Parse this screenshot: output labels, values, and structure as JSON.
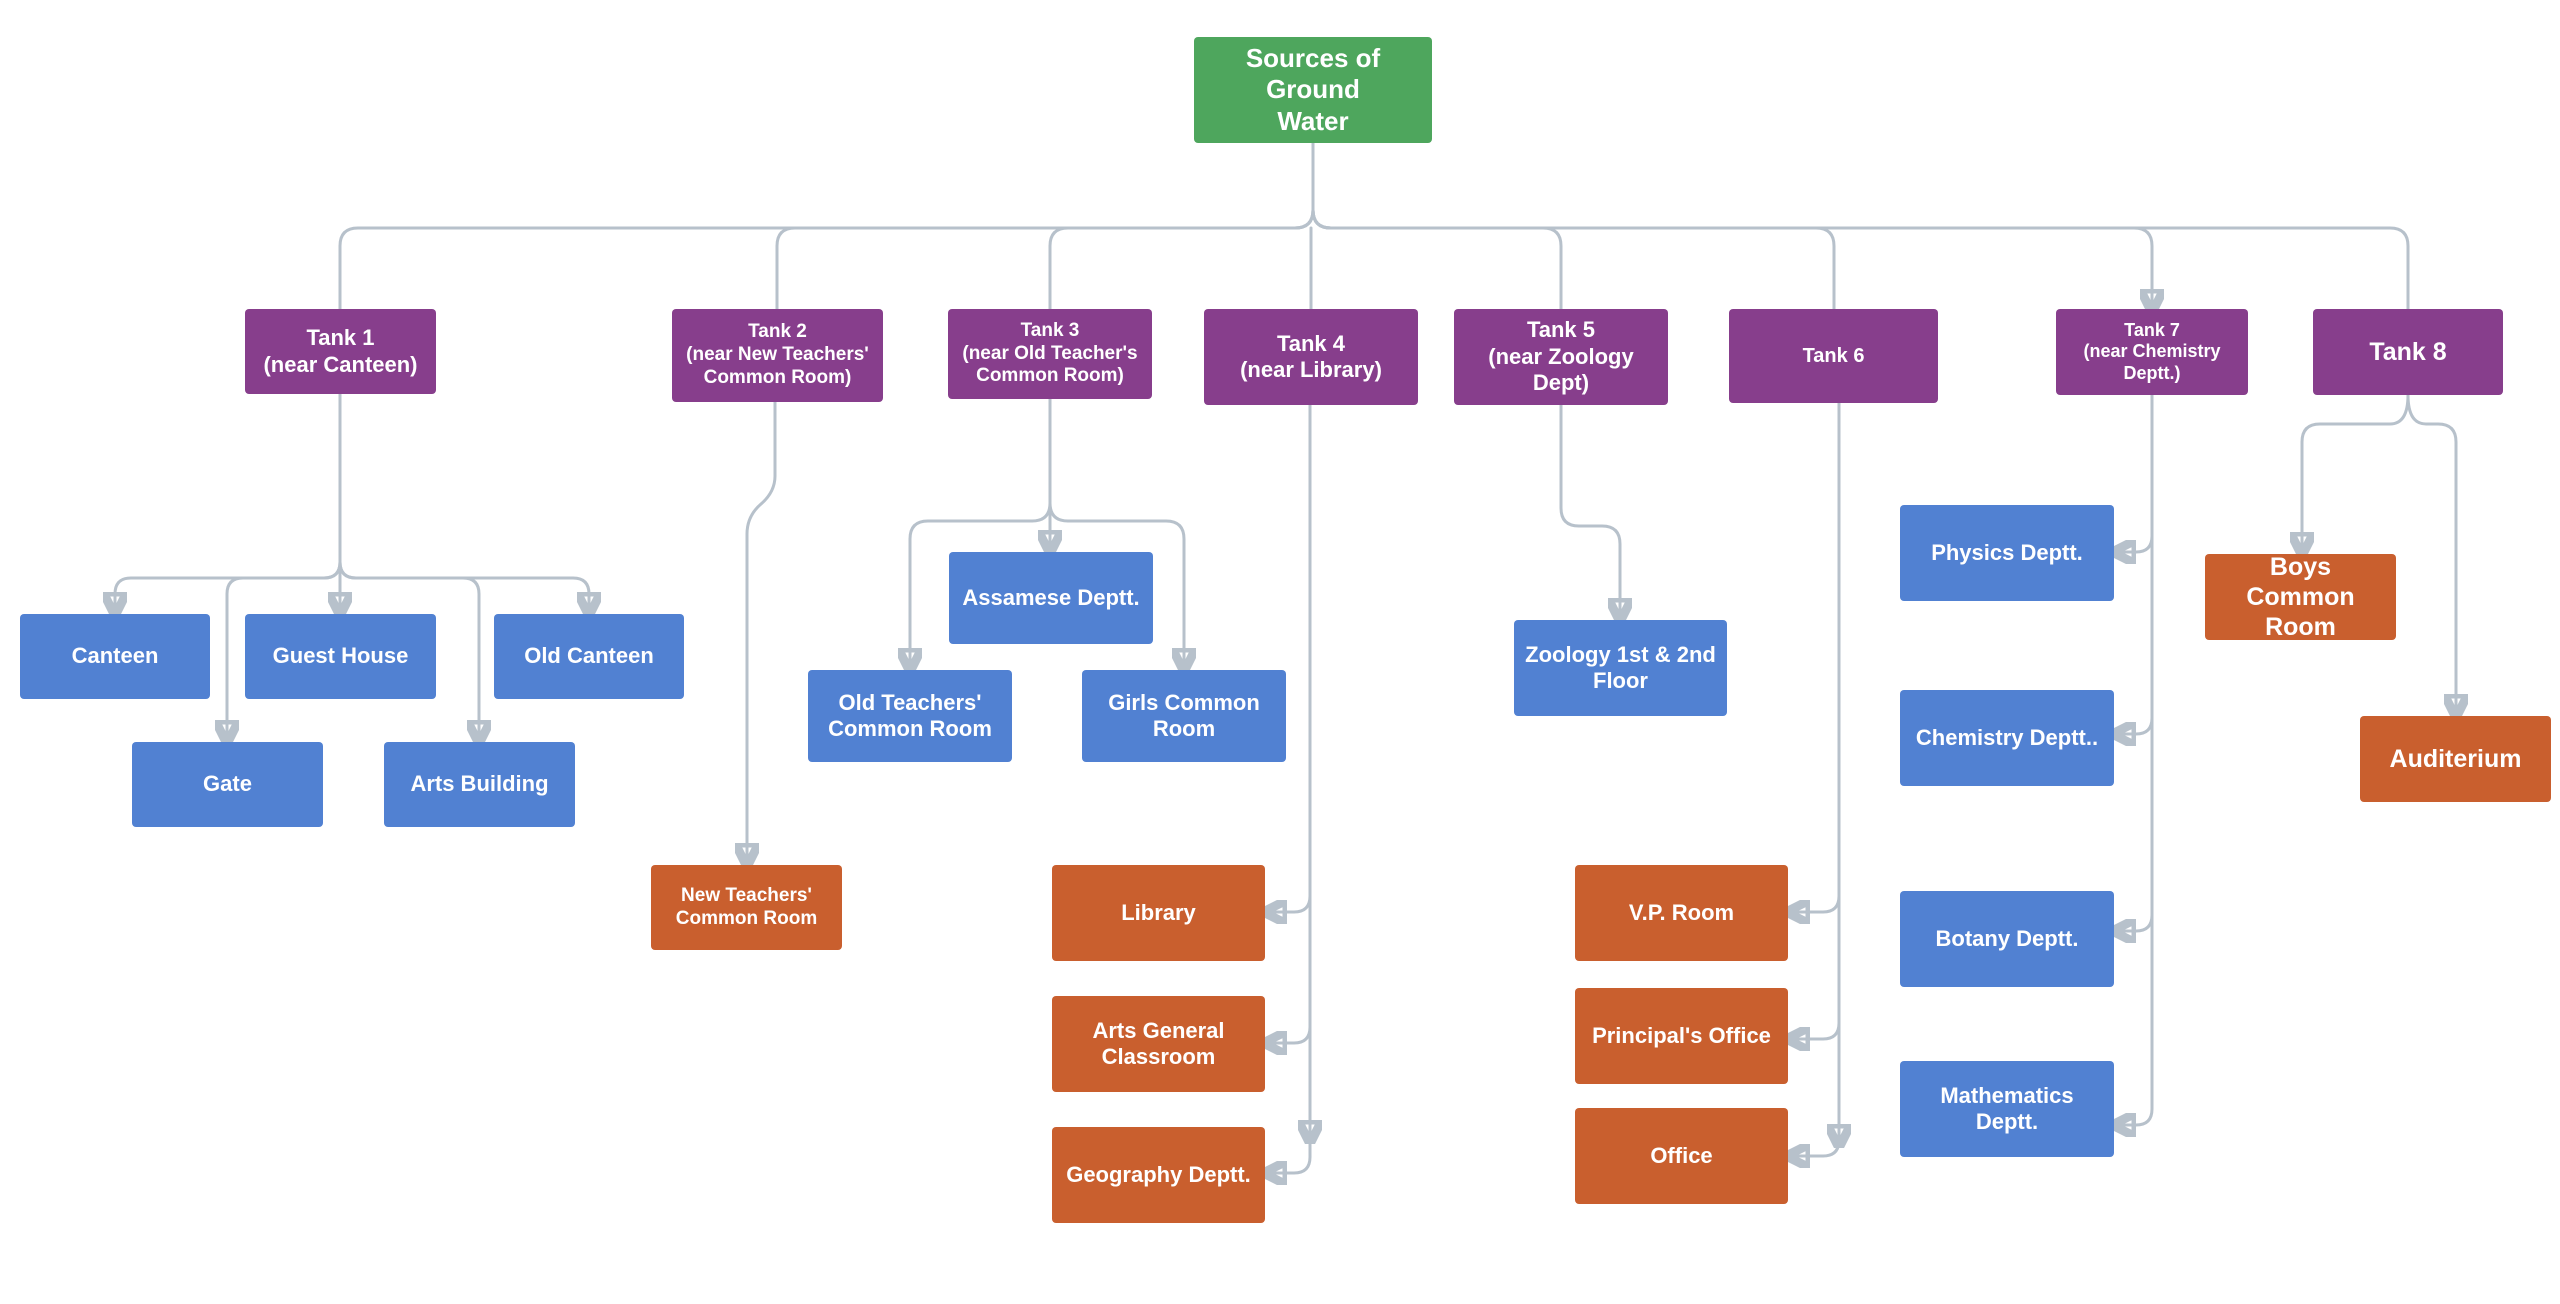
{
  "colors": {
    "root": "#4ea65d",
    "tank": "#873e8c",
    "connected": "#5181d2",
    "secondary": "#c95f2e",
    "edge": "#b7c1cb"
  },
  "diagram": {
    "nodes": [
      {
        "id": "root",
        "label": "Sources of Ground\nWater",
        "kind": "green"
      },
      {
        "id": "t1",
        "label": "Tank 1\n(near Canteen)",
        "kind": "purple"
      },
      {
        "id": "t2",
        "label": "Tank 2\n(near New  Teachers'\nCommon Room)",
        "kind": "purple"
      },
      {
        "id": "t3",
        "label": "Tank 3\n(near Old Teacher's\nCommon  Room)",
        "kind": "purple"
      },
      {
        "id": "t4",
        "label": "Tank 4\n(near Library)",
        "kind": "purple"
      },
      {
        "id": "t5",
        "label": "Tank 5\n(near Zoology\nDept)",
        "kind": "purple"
      },
      {
        "id": "t6",
        "label": "Tank 6",
        "kind": "purple"
      },
      {
        "id": "t7",
        "label": "Tank 7\n(near Chemistry\nDeptt.)",
        "kind": "purple"
      },
      {
        "id": "t8",
        "label": "Tank 8",
        "kind": "purple"
      },
      {
        "id": "canteen",
        "label": "Canteen",
        "kind": "blue"
      },
      {
        "id": "guesthouse",
        "label": "Guest House",
        "kind": "blue"
      },
      {
        "id": "oldcanteen",
        "label": "Old Canteen",
        "kind": "blue"
      },
      {
        "id": "gate",
        "label": "Gate",
        "kind": "blue"
      },
      {
        "id": "arts",
        "label": "Arts Building",
        "kind": "blue"
      },
      {
        "id": "newtcr",
        "label": "New  Teachers'\nCommon Room",
        "kind": "orange"
      },
      {
        "id": "assamese",
        "label": "Assamese Deptt.",
        "kind": "blue"
      },
      {
        "id": "oldtcr",
        "label": "Old Teachers'\nCommon Room",
        "kind": "blue"
      },
      {
        "id": "girls",
        "label": "Girls Common\nRoom",
        "kind": "blue"
      },
      {
        "id": "library",
        "label": "Library",
        "kind": "orange"
      },
      {
        "id": "artsgen",
        "label": "Arts General\nClassroom",
        "kind": "orange"
      },
      {
        "id": "geo",
        "label": "Geography Deptt.",
        "kind": "orange"
      },
      {
        "id": "zoology",
        "label": "Zoology 1st & 2nd\nFloor",
        "kind": "blue"
      },
      {
        "id": "vp",
        "label": "V.P. Room",
        "kind": "orange"
      },
      {
        "id": "principal",
        "label": "Principal's Office",
        "kind": "orange"
      },
      {
        "id": "office",
        "label": "Office",
        "kind": "orange"
      },
      {
        "id": "physics",
        "label": "Physics Deptt.",
        "kind": "blue"
      },
      {
        "id": "chemistry",
        "label": "Chemistry Deptt..",
        "kind": "blue"
      },
      {
        "id": "botany",
        "label": "Botany Deptt.",
        "kind": "blue"
      },
      {
        "id": "maths",
        "label": "Mathematics\nDeptt.",
        "kind": "blue"
      },
      {
        "id": "boys",
        "label": "Boys Common\nRoom",
        "kind": "orange"
      },
      {
        "id": "auditerium",
        "label": "Auditerium",
        "kind": "orange"
      }
    ],
    "edges": [
      {
        "from": "root",
        "to": "t1"
      },
      {
        "from": "root",
        "to": "t2"
      },
      {
        "from": "root",
        "to": "t3"
      },
      {
        "from": "root",
        "to": "t4"
      },
      {
        "from": "root",
        "to": "t5"
      },
      {
        "from": "root",
        "to": "t6"
      },
      {
        "from": "root",
        "to": "t7"
      },
      {
        "from": "root",
        "to": "t8"
      },
      {
        "from": "t1",
        "to": "canteen"
      },
      {
        "from": "t1",
        "to": "guesthouse"
      },
      {
        "from": "t1",
        "to": "oldcanteen"
      },
      {
        "from": "t1",
        "to": "gate"
      },
      {
        "from": "t1",
        "to": "arts"
      },
      {
        "from": "t2",
        "to": "newtcr"
      },
      {
        "from": "t3",
        "to": "assamese"
      },
      {
        "from": "t3",
        "to": "oldtcr"
      },
      {
        "from": "t3",
        "to": "girls"
      },
      {
        "from": "t4",
        "to": "library"
      },
      {
        "from": "t4",
        "to": "artsgen"
      },
      {
        "from": "t4",
        "to": "geo"
      },
      {
        "from": "t5",
        "to": "zoology"
      },
      {
        "from": "t6",
        "to": "vp"
      },
      {
        "from": "t6",
        "to": "principal"
      },
      {
        "from": "t6",
        "to": "office"
      },
      {
        "from": "t7",
        "to": "physics"
      },
      {
        "from": "t7",
        "to": "chemistry"
      },
      {
        "from": "t7",
        "to": "botany"
      },
      {
        "from": "t7",
        "to": "maths"
      },
      {
        "from": "t8",
        "to": "boys"
      },
      {
        "from": "t8",
        "to": "auditerium"
      }
    ]
  }
}
